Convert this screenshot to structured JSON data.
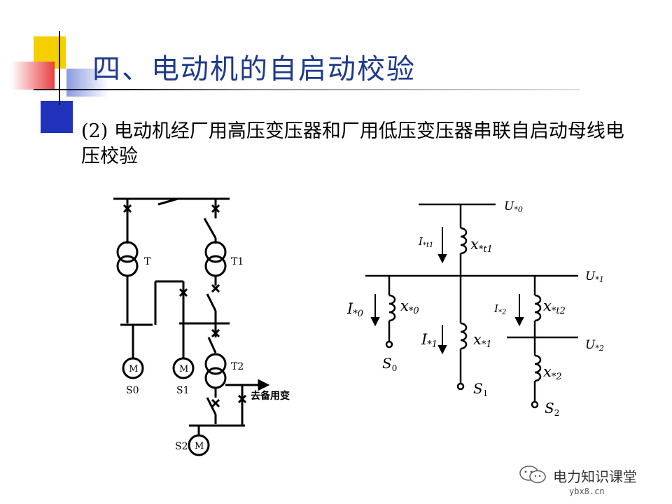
{
  "slide": {
    "title": "四、电动机的自启动校验",
    "subtitle": "(2) 电动机经厂用高压变压器和厂用低压变压器串联自启动母线电压校验"
  },
  "left_diagram": {
    "labels": {
      "T": "T",
      "T1": "T1",
      "T2": "T2",
      "M": "M",
      "S0": "S0",
      "S1": "S1",
      "S2": "S2",
      "standby": "去备用变"
    }
  },
  "right_diagram": {
    "U0": {
      "main": "U",
      "sub": "*0"
    },
    "U1": {
      "main": "U",
      "sub": "*1"
    },
    "U2": {
      "main": "U",
      "sub": "*2"
    },
    "It1": {
      "main": "I",
      "sub": "*t1"
    },
    "xt1": {
      "main": "x",
      "sub": "*t1"
    },
    "I0": {
      "main": "I",
      "sub": "*0"
    },
    "x0": {
      "main": "x",
      "sub": "*0"
    },
    "I1": {
      "main": "I",
      "sub": "*1"
    },
    "x1": {
      "main": "x",
      "sub": "*1"
    },
    "I2": {
      "main": "I",
      "sub": "*2"
    },
    "xt2": {
      "main": "x",
      "sub": "*t2"
    },
    "x2": {
      "main": "x",
      "sub": "*2"
    },
    "S0": {
      "main": "S",
      "sub": "0"
    },
    "S1": {
      "main": "S",
      "sub": "1"
    },
    "S2": {
      "main": "S",
      "sub": "2"
    }
  },
  "watermark": {
    "text": "电力知识课堂",
    "url": "ybx8.cn"
  },
  "colors": {
    "title": "#1f3a8a",
    "deco_yellow": "#f5d000",
    "deco_red": "#e84040",
    "deco_blue": "#2233bb"
  }
}
